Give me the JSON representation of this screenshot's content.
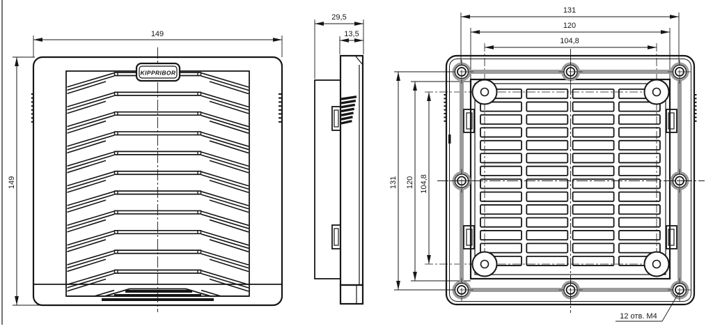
{
  "drawing": {
    "brand": "KIPPRIBOR",
    "note_holes": "12 отв. М4",
    "front": {
      "dim_width": "149",
      "dim_height": "149",
      "louver_rows": 11
    },
    "side": {
      "dim_total_depth": "29,5",
      "dim_cover_depth": "13,5",
      "rib_count": 7
    },
    "back": {
      "dims_top": [
        "131",
        "120",
        "104,8"
      ],
      "dims_left": [
        "131",
        "120",
        "104,8"
      ],
      "grid_cols": 4,
      "grid_rows": 14,
      "perimeter_screws": 8,
      "inner_bosses": 4,
      "serration_count": 8
    },
    "colors": {
      "line": "#161616",
      "gasket": "#9b9b9b",
      "bg": "#ffffff"
    }
  }
}
